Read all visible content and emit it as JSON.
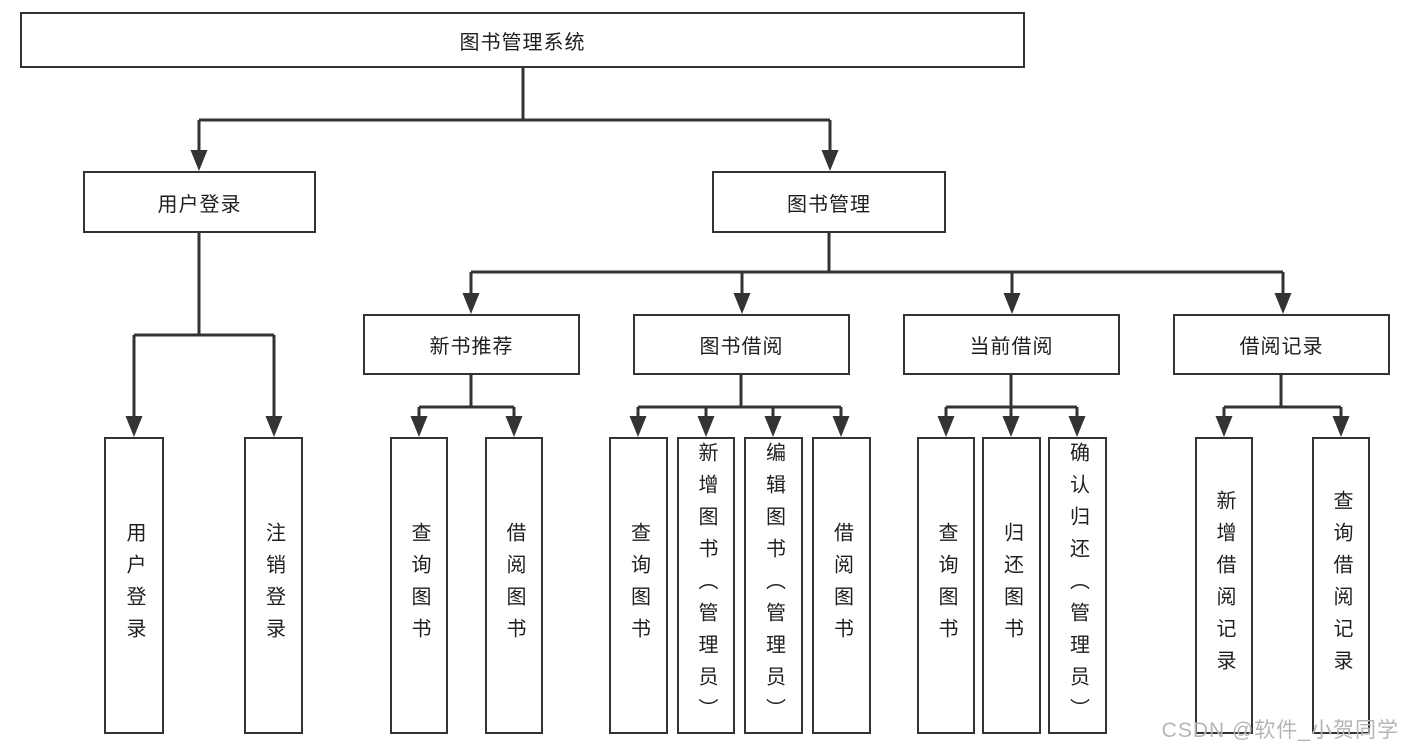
{
  "colors": {
    "line": "#333333",
    "text": "#1f1f1f",
    "watermark": "#b5b5b5",
    "background": "#ffffff"
  },
  "diagram": {
    "root": {
      "label": "图书管理系统"
    },
    "branches": [
      {
        "label": "用户登录",
        "children": [
          {
            "label": "用户登录"
          },
          {
            "label": "注销登录"
          }
        ]
      },
      {
        "label": "图书管理",
        "children": [
          {
            "label": "新书推荐",
            "children": [
              {
                "label": "查询图书"
              },
              {
                "label": "借阅图书"
              }
            ]
          },
          {
            "label": "图书借阅",
            "children": [
              {
                "label": "查询图书"
              },
              {
                "label": "新增图书（管理员）"
              },
              {
                "label": "编辑图书（管理员）"
              },
              {
                "label": "借阅图书"
              }
            ]
          },
          {
            "label": "当前借阅",
            "children": [
              {
                "label": "查询图书"
              },
              {
                "label": "归还图书"
              },
              {
                "label": "确认归还（管理员）"
              }
            ]
          },
          {
            "label": "借阅记录",
            "children": [
              {
                "label": "新增借阅记录"
              },
              {
                "label": "查询借阅记录"
              }
            ]
          }
        ]
      }
    ]
  },
  "watermark": {
    "text": "CSDN @软件_小贺同学"
  }
}
